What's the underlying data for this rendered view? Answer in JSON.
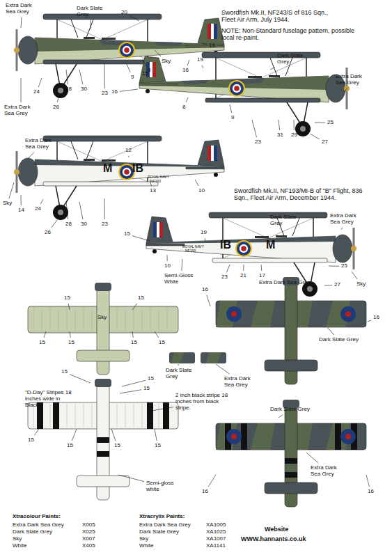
{
  "diagram": {
    "labels": [
      "Extra Dark Sea Grey",
      "Dark Slate Grey",
      "20",
      "Swordfish Mk.II, NF243/S of 816 Sqn., Fleet Air Arm, July 1944.",
      "NOTE: Non-Standard fuselage pattern, possible local re-paint.",
      "15",
      "Sky",
      "8",
      "16",
      "9",
      "24",
      "28",
      "30",
      "23",
      "26",
      "Extra Dark Sea Grey",
      "19",
      "15",
      "Dark Slate Grey",
      "Extra Dark Sea Grey",
      "16",
      "8",
      "9",
      "31",
      "29",
      "23",
      "25",
      "27",
      "Extra Dark Sea Grey",
      "12",
      "M",
      "IB",
      "ROYAL NAVY",
      "NF193",
      "13",
      "10",
      "Sky",
      "14",
      "24",
      "28",
      "30",
      "23",
      "26",
      "Swordfish Mk.II, NF193/MI-B of \"B\" Flight, 836 Sqn., Fleet Air Arm, December 1944.",
      "15",
      "19",
      "Dark Slate Grey",
      "Extra Dark Sea Grey",
      "ROYAL NAVY",
      "NF193",
      "IB",
      "M",
      "10",
      "Semi-Gloss White",
      "23",
      "21",
      "17",
      "25",
      "27",
      "Sky",
      "15",
      "15",
      "Sky",
      "15",
      "15",
      "15",
      "15",
      "16",
      "Extra Dark Sea Grey",
      "Dark Slate Grey",
      "16",
      "Dark Slate Grey",
      "Extra Dark Sea Grey",
      "15",
      "15",
      "15",
      "\"D-Day\" Stripes 18 inches wide in Black",
      "2 inch black stripe 18 inches from black stripe.",
      "15",
      "15",
      "15",
      "15",
      "Semi-gloss white",
      "Dark Slate Grey",
      "Extra Dark Sea Grey",
      "16",
      "16",
      "Xtracolour Paints:",
      "Extra Dark Sea Grey",
      "X005",
      "Dark Slate Grey",
      "X025",
      "Sky",
      "X007",
      "White",
      "X405",
      "Xtracrylix Paints:",
      "Extra Dark Sea Grey",
      "XA1005",
      "Dark Slate Grey",
      "XA1025",
      "Sky",
      "XA1007",
      "White",
      "XA1141",
      "Website",
      "WWW.hannants.co.uk"
    ]
  }
}
